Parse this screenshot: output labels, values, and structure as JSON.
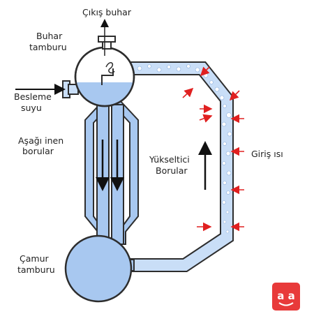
{
  "labels": {
    "steam_out": "Çıkış buhar",
    "drum_line1": "Buhar",
    "drum_line2": "tamburu",
    "feed_line1": "Besleme",
    "feed_line2": "suyu",
    "down_line1": "Aşağı inen",
    "down_line2": "borular",
    "riser_line1": "Yükseltici",
    "riser_line2": "Borular",
    "heat_in": "Giriş ısı",
    "mud_line1": "Çamur",
    "mud_line2": "tamburu"
  },
  "logo": {
    "glyphs": "a a"
  },
  "colors": {
    "water": "#a8c8f0",
    "water_light": "#c9def7",
    "outline": "#2d2d2d",
    "heat_arrow": "#e02020",
    "logo_bg": "#e83a3a"
  }
}
